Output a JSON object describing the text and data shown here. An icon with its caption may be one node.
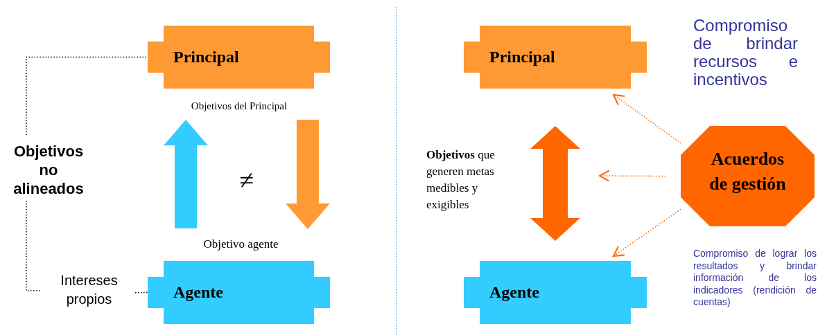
{
  "diagram": {
    "nodes": [
      {
        "text": [
          "Principal"
        ]
      },
      {
        "text": [
          "Agente"
        ]
      },
      {
        "text": [
          "Objetivos no alineados"
        ]
      },
      {
        "text": [
          "Intereses propios"
        ]
      },
      {
        "text": [
          "Principal"
        ]
      },
      {
        "text": [
          "Agente"
        ]
      },
      {
        "text": [
          "Acuerdos de gestión"
        ]
      }
    ],
    "edges": [
      {
        "from": 1,
        "to": 0,
        "arrow": "to",
        "style": "thick",
        "color": "#33ccff"
      },
      {
        "from": 0,
        "to": 1,
        "arrow": "to",
        "style": "thick",
        "color": "#ff9933"
      },
      {
        "from": 4,
        "to": 5,
        "arrow": "both",
        "style": "thick",
        "color": "#ff6600"
      },
      {
        "from": 6,
        "to": 4,
        "arrow": "to",
        "style": "dashed",
        "color": "#ff6600"
      },
      {
        "from": 6,
        "to": null,
        "arrow": "to",
        "style": "dashed",
        "color": "#ff6600"
      },
      {
        "from": 6,
        "to": 5,
        "arrow": "to",
        "style": "dashed",
        "color": "#ff6600"
      },
      {
        "from": 2,
        "to": 0,
        "arrow": "none",
        "style": "dashed",
        "color": "#000000"
      },
      {
        "from": 2,
        "to": 3,
        "arrow": "none",
        "style": "dashed",
        "color": "#000000"
      },
      {
        "from": 3,
        "to": 1,
        "arrow": "none",
        "style": "dashed",
        "color": "#000000"
      }
    ],
    "labels": [
      "Objetivos del Principal",
      "≠",
      "Objetivo agente",
      "Compromiso de brindar recursos e incentivos",
      "**Objetivos** que generen metas medibles y exigibles",
      "Compromiso de lograr los resultados y brindar información de los indicadores (rendición de cuentas)"
    ]
  }
}
